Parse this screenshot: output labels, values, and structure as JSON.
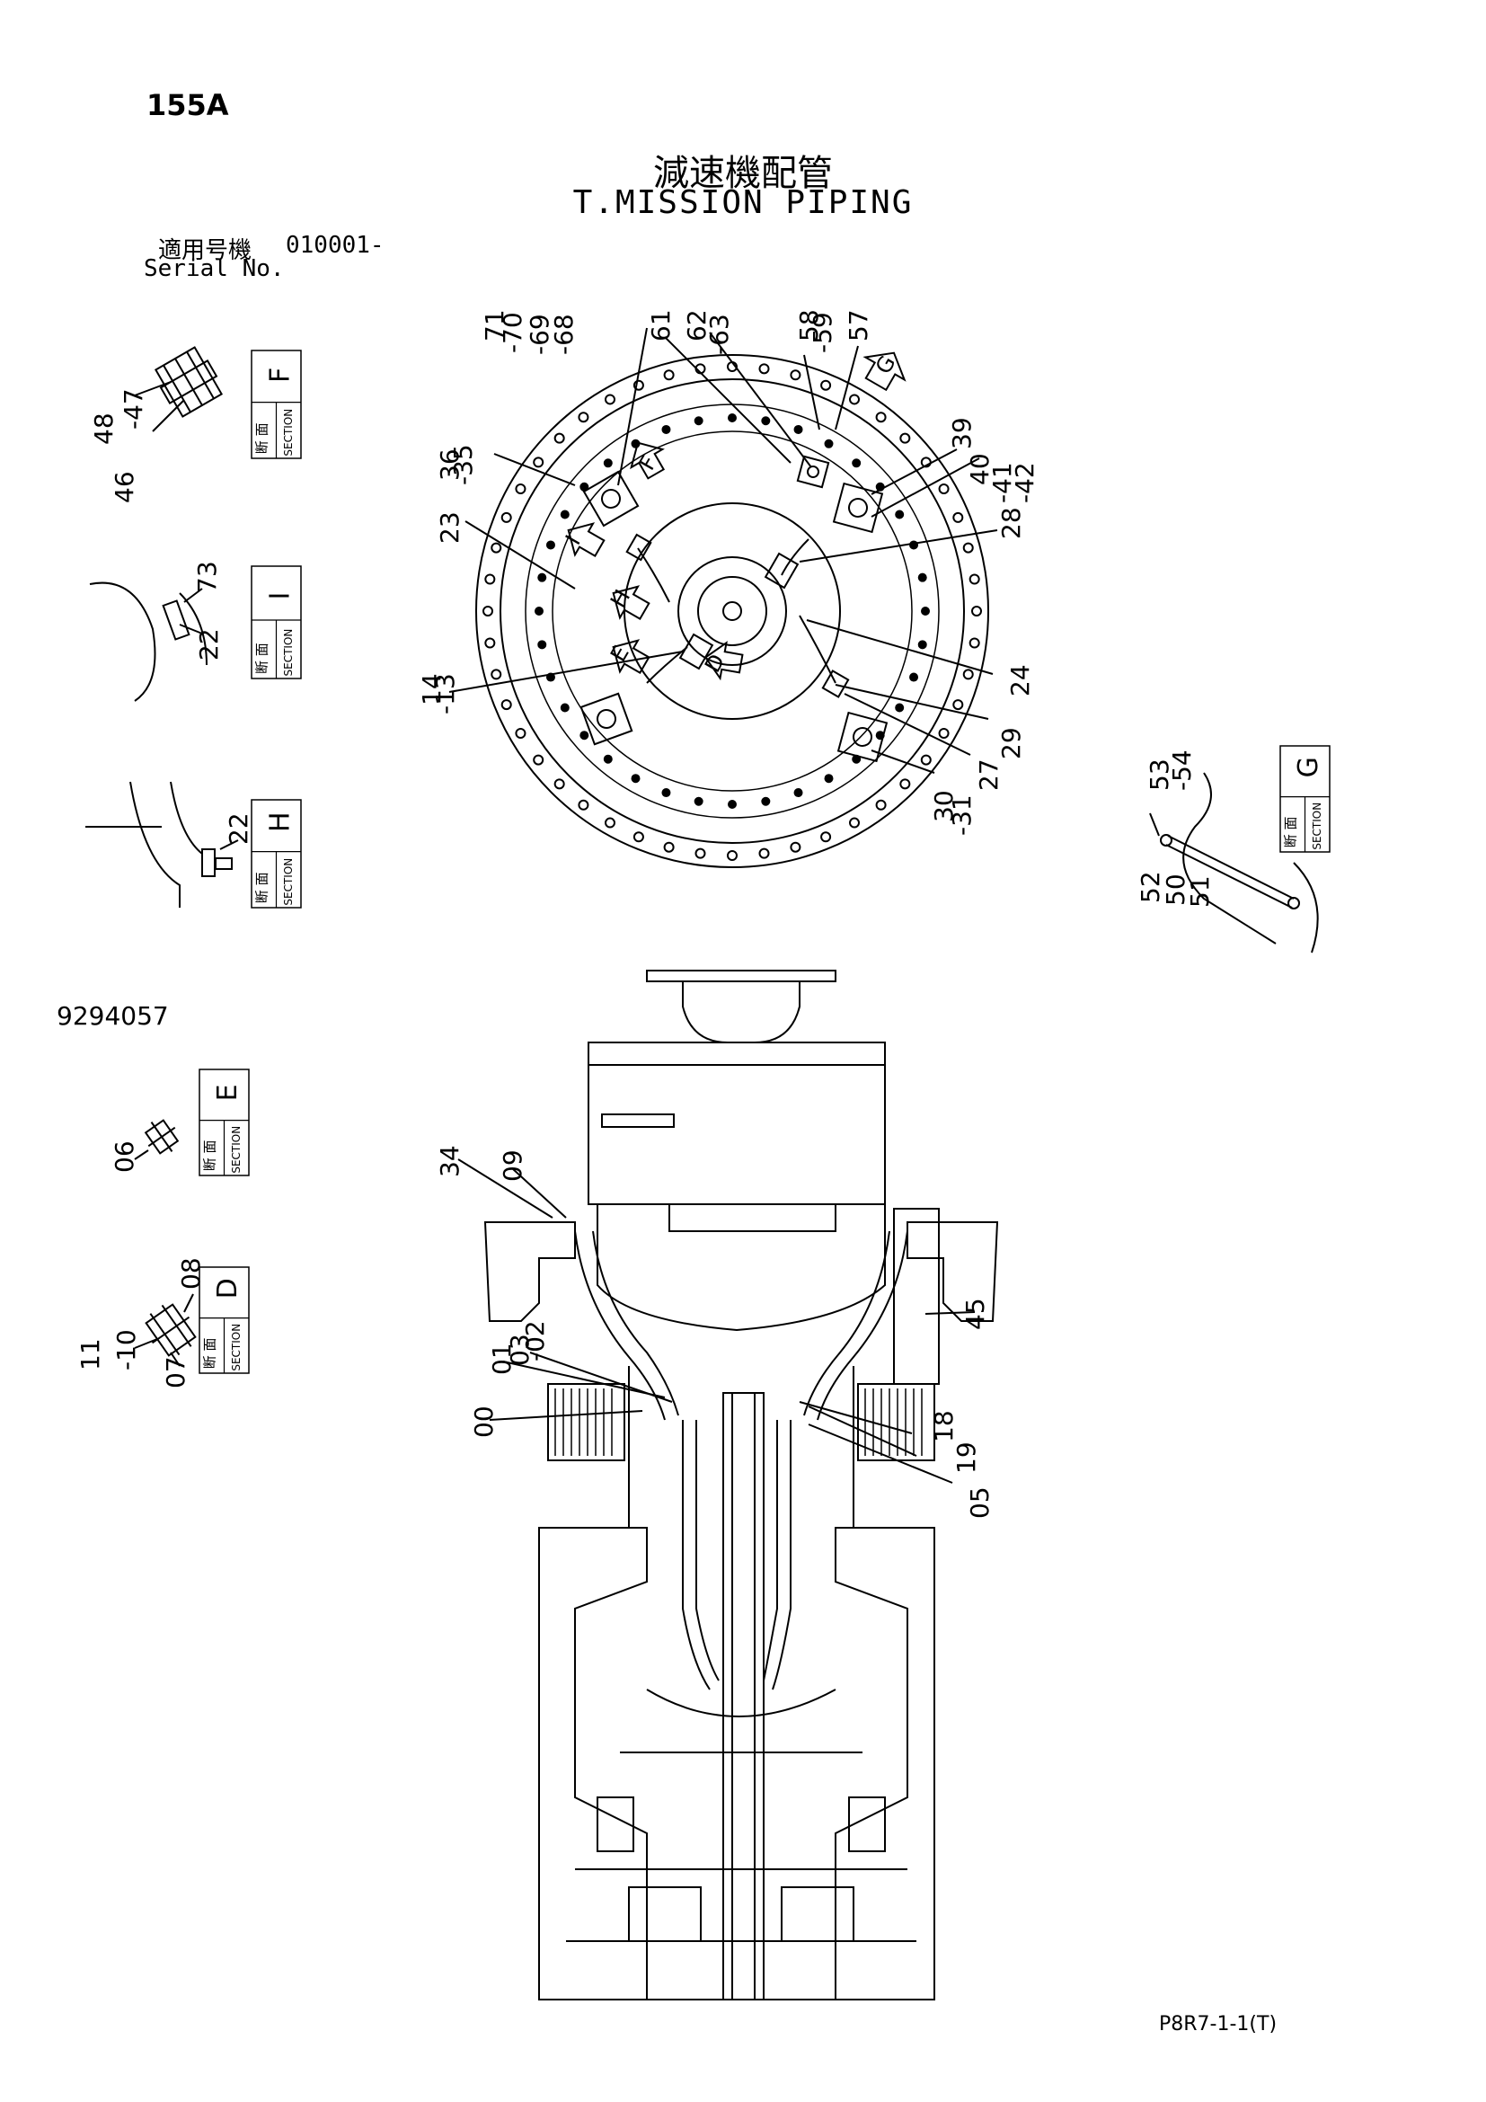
{
  "page_number": "155A",
  "title_jp": "減速機配管",
  "title_en": "T.MISSION PIPING",
  "serial_label_jp": "適用号機",
  "serial_value": "010001-",
  "serial_label_en": "Serial No.",
  "document_id": "9294057",
  "page_code": "P8R7-1-1(T)",
  "section_label_jp": "断 面",
  "section_label_en": "SECTION",
  "sections": [
    {
      "letter": "F",
      "callouts": [
        "48",
        "-47",
        "46"
      ]
    },
    {
      "letter": "I",
      "callouts": [
        "73",
        "22"
      ]
    },
    {
      "letter": "H",
      "callouts": [
        "22"
      ]
    },
    {
      "letter": "E",
      "callouts": [
        "06"
      ]
    },
    {
      "letter": "D",
      "callouts": [
        "11",
        "-10",
        "07",
        "08"
      ]
    },
    {
      "letter": "G",
      "callouts": [
        "53",
        "-54",
        "52",
        "50",
        "51"
      ]
    }
  ],
  "top_view_callouts": [
    "71",
    "-70",
    "-69",
    "-68",
    "61",
    "62",
    "-63",
    "58",
    "-59",
    "57",
    "39",
    "40",
    "-41",
    "-42",
    "36",
    "-35",
    "23",
    "28",
    "14",
    "-13",
    "24",
    "29",
    "27",
    "30",
    "-31"
  ],
  "top_view_markers": [
    "F",
    "G",
    "I",
    "H",
    "E",
    "D"
  ],
  "side_view_callouts": [
    "34",
    "09",
    "45",
    "01",
    "03",
    "-02",
    "00",
    "18",
    "19",
    "05"
  ]
}
